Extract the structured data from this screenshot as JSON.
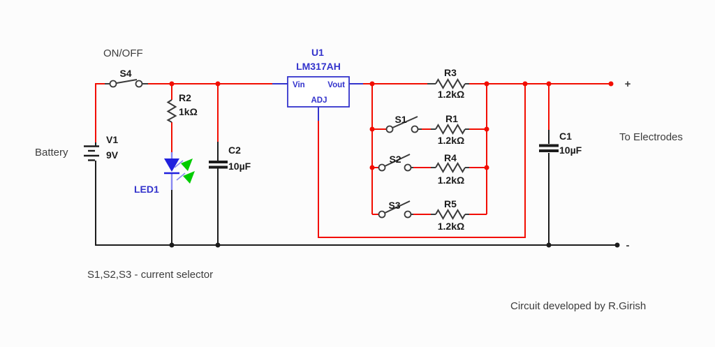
{
  "colors": {
    "wire_red": "#f20d00",
    "wire_black": "#1c1c1c",
    "part_stroke": "#3a3a3a",
    "accent_blue": "#3333cc",
    "led_blue": "#2020dd",
    "led_wire": "#8888f0",
    "led_green": "#00cc00",
    "text_dark": "#1a1a1a",
    "text_gray": "#3c3c3c",
    "background": "#fcfcfc"
  },
  "schematic": {
    "power": {
      "onoff_label": "ON/OFF",
      "switch": "S4",
      "battery_caption": "Battery",
      "battery_ref": "V1",
      "battery_value": "9V"
    },
    "indicator": {
      "resistor_ref": "R2",
      "resistor_value": "1kΩ",
      "led_ref": "LED1"
    },
    "input_cap": {
      "ref": "C2",
      "value": "10µF"
    },
    "regulator": {
      "ref": "U1",
      "part": "LM317AH",
      "pin_in": "Vin",
      "pin_out": "Vout",
      "pin_adj": "ADJ"
    },
    "current_set": {
      "r3": {
        "ref": "R3",
        "value": "1.2kΩ"
      },
      "s1": "S1",
      "r1": {
        "ref": "R1",
        "value": "1.2kΩ"
      },
      "s2": "S2",
      "r4": {
        "ref": "R4",
        "value": "1.2kΩ"
      },
      "s3": "S3",
      "r5": {
        "ref": "R5",
        "value": "1.2kΩ"
      }
    },
    "output": {
      "cap_ref": "C1",
      "cap_value": "10µF",
      "plus": "+",
      "minus": "-",
      "electrodes_label": "To Electrodes"
    },
    "notes": {
      "selector_note": "S1,S2,S3 - current selector",
      "credit": "Circuit developed by R.Girish"
    }
  }
}
